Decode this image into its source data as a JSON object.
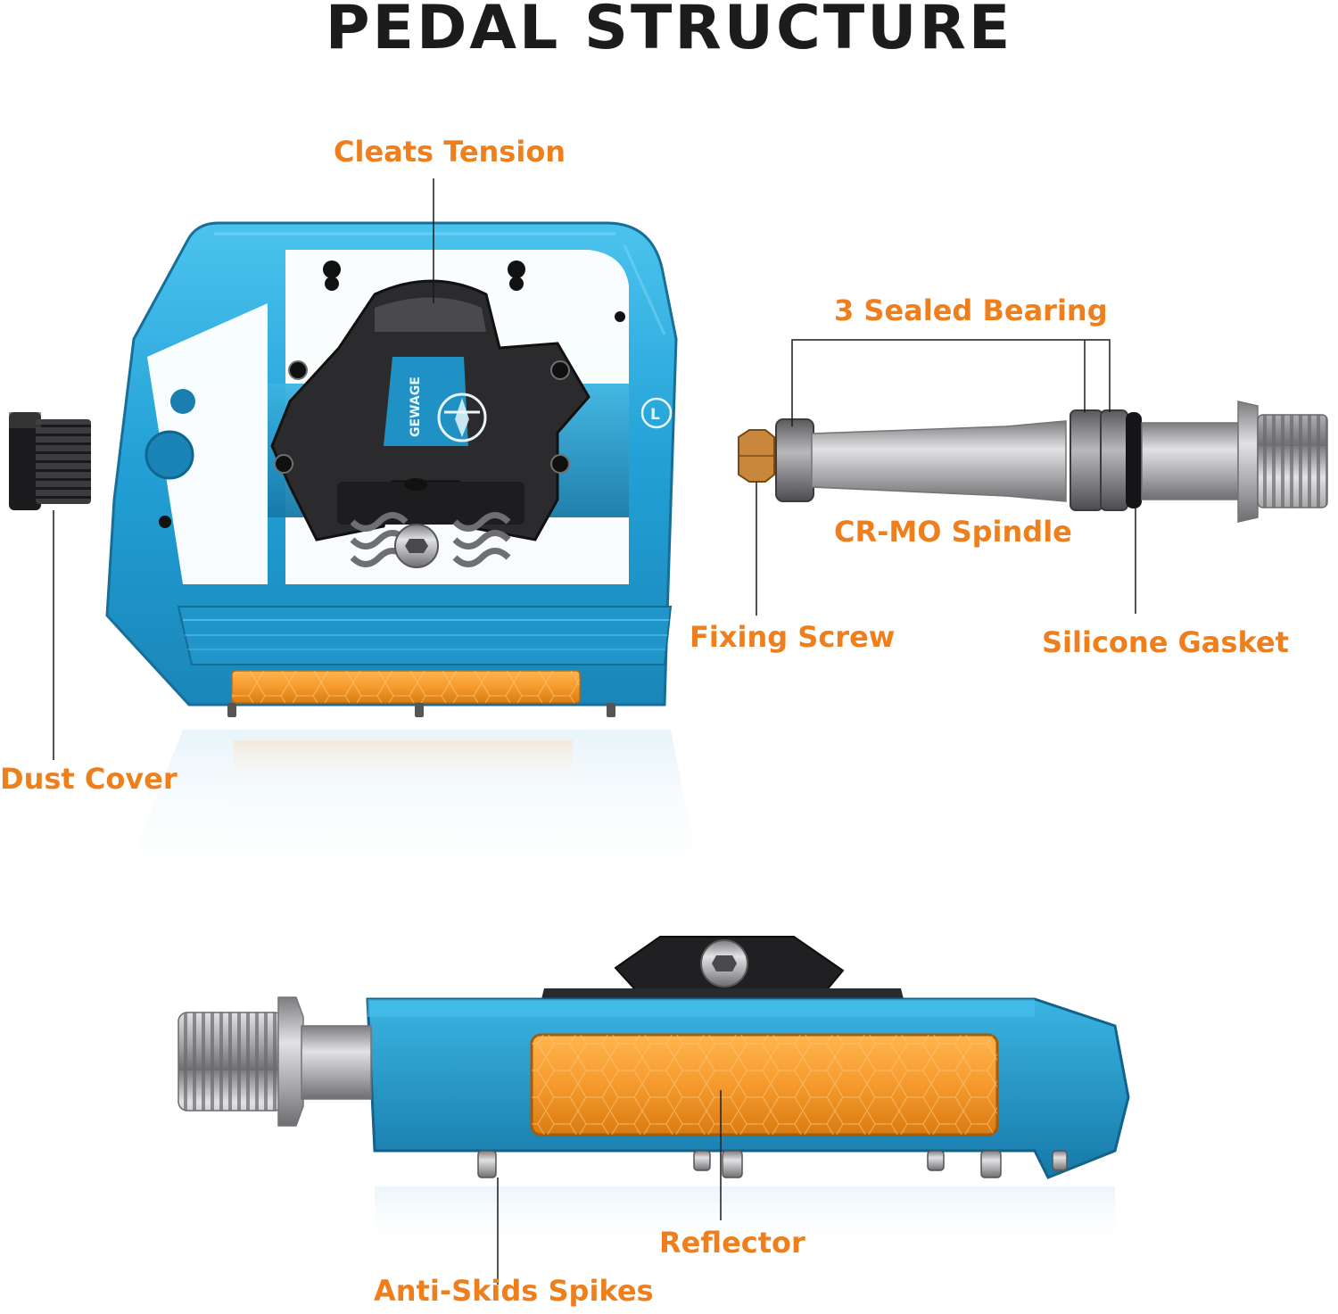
{
  "title": "PEDAL STRUCTURE",
  "colors": {
    "label": "#ee7f1c",
    "title": "#1c1c1c",
    "pedal_body": "#29a6d8",
    "cleat": "#2b2b2b",
    "reflector": "#f59a2e",
    "spindle": "#a9a9ab"
  },
  "pedal_marking": {
    "brand": "GEWAGE",
    "side": "L"
  },
  "labels": {
    "cleats_tension": "Cleats Tension",
    "sealed_bearing": "3 Sealed Bearing",
    "crmo_spindle": "CR-MO Spindle",
    "fixing_screw": "Fixing Screw",
    "silicone_gasket": "Silicone Gasket",
    "dust_cover": "Dust Cover",
    "reflector": "Reflector",
    "anti_skids_spikes": "Anti-Skids Spikes"
  }
}
